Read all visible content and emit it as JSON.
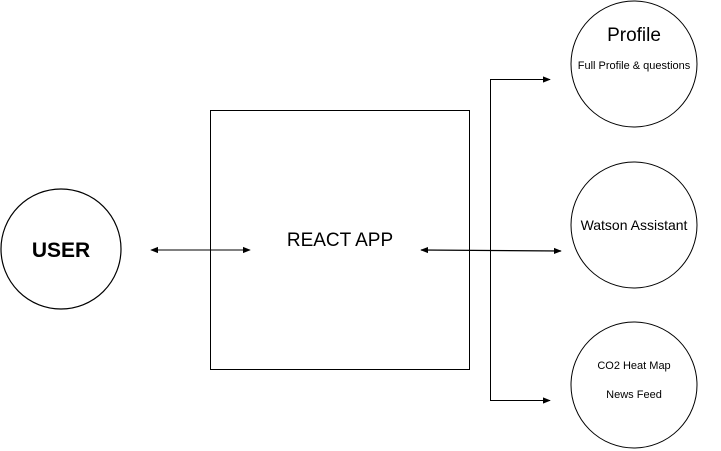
{
  "nodes": {
    "user": {
      "label": "USER"
    },
    "react_app": {
      "label": "REACT APP"
    },
    "profile": {
      "title": "Profile",
      "subtitle": "Full Profile & questions"
    },
    "watson": {
      "label": "Watson Assistant"
    },
    "co2": {
      "line1": "CO2 Heat Map",
      "line2": "News Feed"
    }
  },
  "edges": [
    {
      "from": "user",
      "to": "react_app",
      "direction": "bidirectional"
    },
    {
      "from": "react_app",
      "to": "watson",
      "direction": "bidirectional"
    },
    {
      "from": "react_app",
      "to": "profile",
      "direction": "forward"
    },
    {
      "from": "react_app",
      "to": "co2",
      "direction": "forward"
    }
  ],
  "colors": {
    "stroke": "#000000",
    "background": "#ffffff"
  }
}
